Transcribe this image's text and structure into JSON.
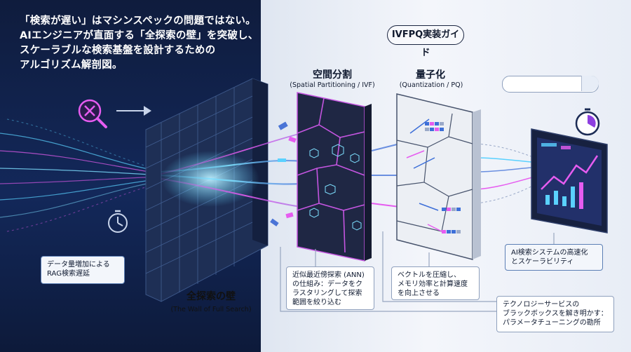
{
  "headline": {
    "line1": "「検索が遅い」はマシンスペックの問題ではない。",
    "line2": "AIエンジニアが直面する「全探索の壁」を突破し、",
    "line3": "スケーラブルな検索基盤を設計するための",
    "line4": "アルゴリズム解剖図。"
  },
  "guide_title": "IVFPQ実装ガイド",
  "ivf": {
    "title": "空間分割",
    "subtitle": "(Spatial Partitioning / IVF)"
  },
  "pq": {
    "title": "量子化",
    "subtitle": "(Quantization / PQ)"
  },
  "problem_box": {
    "line1": "データ量増加による",
    "line2": "RAG検索遅延"
  },
  "wall": {
    "title": "全探索の壁",
    "subtitle": "(The Wall of Full Search)"
  },
  "ann_box": {
    "line1": "近似最近傍探索 (ANN)",
    "line2": "の仕組み：データをク",
    "line3": "ラスタリングして探索",
    "line4": "範囲を絞り込む"
  },
  "pq_box": {
    "line1": "ベクトルを圧縮し、",
    "line2": "メモリ効率と計算速度",
    "line3": "を向上させる"
  },
  "result_box": {
    "line1": "AI検索システムの高速化",
    "line2": "とスケーラビリティ"
  },
  "service_box": {
    "line1": "テクノロジーサービスの",
    "line2": "ブラックボックスを解き明かす：",
    "line3": "パラメータチューニングの勘所"
  },
  "colors": {
    "navy": "#0f1c3d",
    "neon_blue": "#5ad1ff",
    "neon_pink": "#e65cf0",
    "panel_border": "#c455e0"
  },
  "icons": [
    "search-x-icon",
    "arrow-right-icon",
    "stopwatch-icon",
    "search-bar-icon",
    "magnifier-icon",
    "dashboard-icon",
    "timer-icon"
  ]
}
